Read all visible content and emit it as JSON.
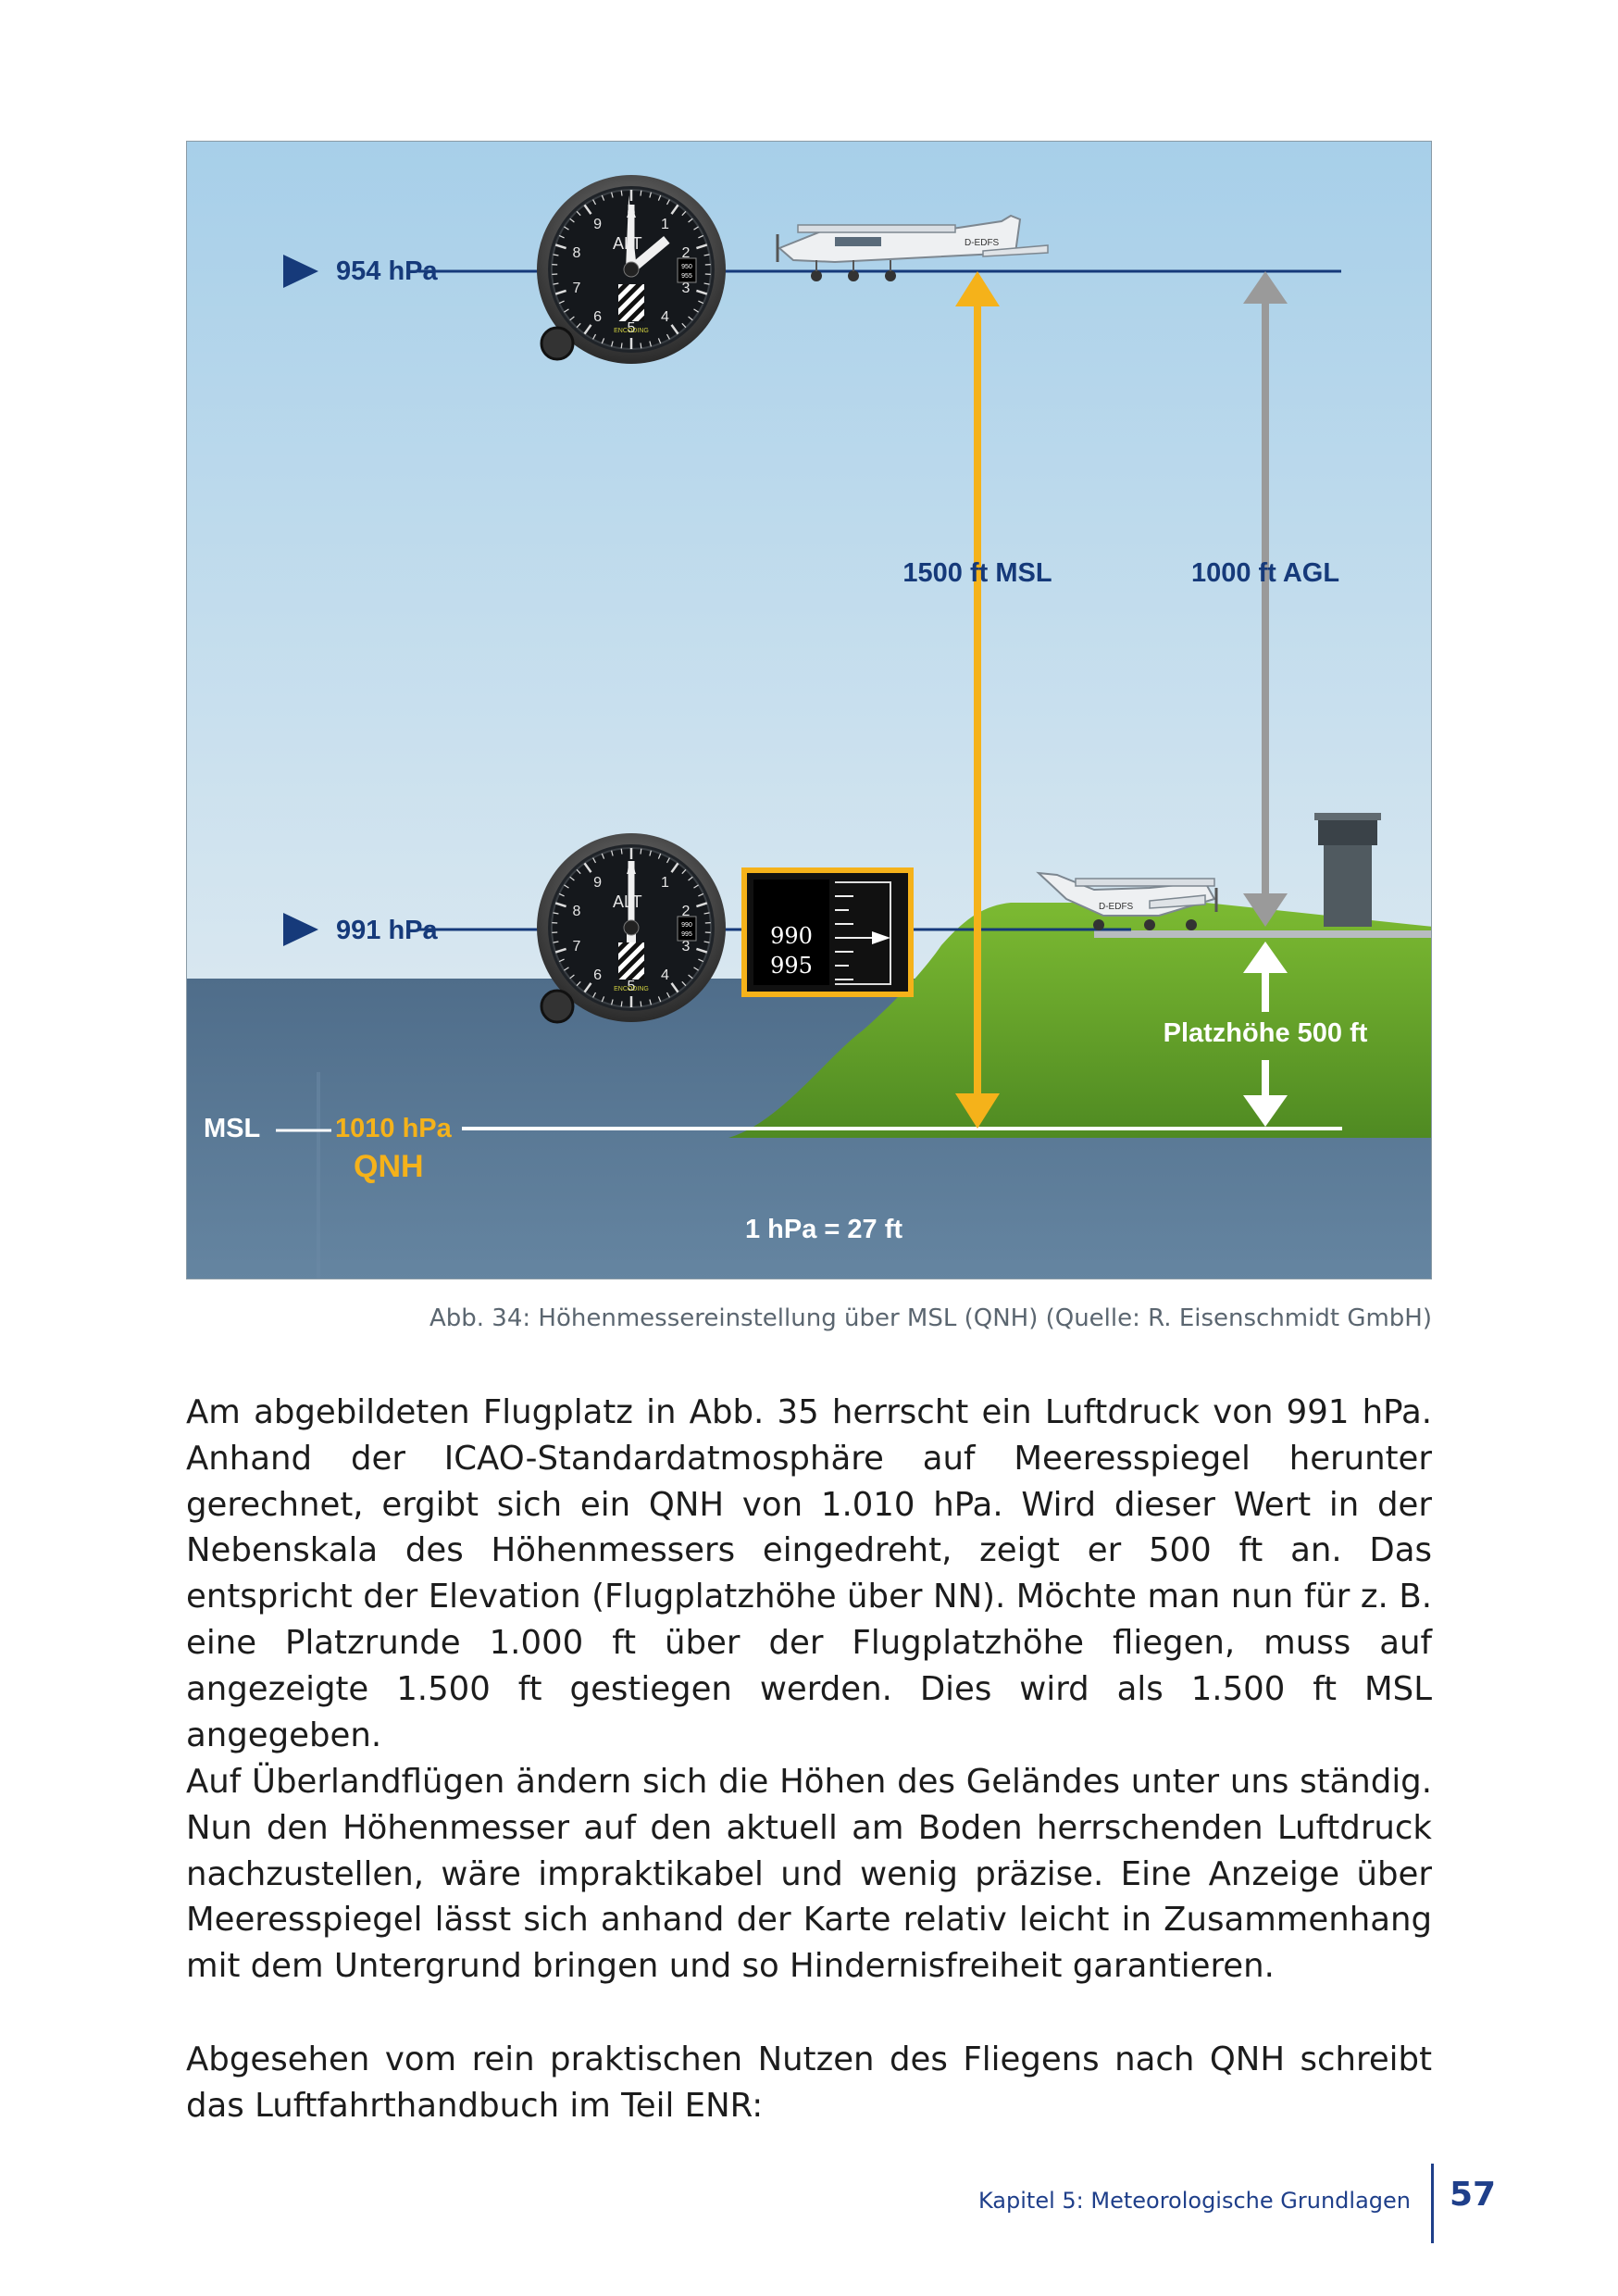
{
  "figure": {
    "top_pressure": "954 hPa",
    "mid_pressure": "991 hPa",
    "msl_label": "MSL",
    "msl_pressure": "1010 hPa",
    "qnh_label": "QNH",
    "arrow_msl": "1500 ft MSL",
    "arrow_agl": "1000 ft AGL",
    "field_elevation": "Platzhöhe 500 ft",
    "conversion": "1 hPa = 27 ft",
    "altimeter": {
      "title": "ALT",
      "digits": [
        "0",
        "1",
        "2",
        "3",
        "4",
        "5",
        "6",
        "7",
        "8",
        "9"
      ],
      "encoding": "ENCODING",
      "kollsman_top": [
        "950",
        "955"
      ],
      "kollsman_mid": [
        "990",
        "995"
      ]
    },
    "zoom_window": [
      "990",
      "995"
    ],
    "registration": "D-EDFS",
    "colors": {
      "sky_top": "#a8d0ea",
      "sky_bottom": "#d6e6f0",
      "sea": "#5a7894",
      "grass": "#6fae2d",
      "accent_yellow": "#f5b21a",
      "navy": "#163a7a",
      "gray_arrow": "#9a9a9a"
    }
  },
  "caption": "Abb. 34: Höhenmessereinstellung über MSL (QNH) (Quelle: R. Eisenschmidt GmbH)",
  "paragraphs": [
    "Am abgebildeten Flugplatz in Abb. 35 herrscht ein Luftdruck von 991 hPa. Anhand der ICAO-Standardatmosphäre auf Meeresspiegel herunter gerechnet, ergibt sich ein QNH von 1.010 hPa. Wird dieser Wert in der Nebenskala des Höhenmessers eingedreht, zeigt er 500 ft an. Das entspricht der Elevation (Flugplatzhöhe über NN). Möchte man nun für z. B. eine Platzrunde 1.000 ft über der Flugplatzhöhe fliegen, muss auf angezeigte 1.500 ft gestiegen werden. Dies wird als 1.500 ft MSL angegeben.",
    "Auf Überlandflügen ändern sich die Höhen des Geländes unter uns ständig. Nun den Höhenmesser auf den aktuell am Boden herrschenden Luftdruck nachzustellen, wäre impraktikabel und wenig präzise. Eine Anzeige über Meeresspiegel lässt sich anhand der Karte relativ leicht in Zusammenhang mit dem Untergrund bringen und so Hindernisfreiheit garantieren.",
    "Abgesehen vom rein praktischen Nutzen des Fliegens nach QNH schreibt das Luftfahrthandbuch im Teil ENR:"
  ],
  "footer": {
    "chapter": "Kapitel 5: Meteorologische Grundlagen",
    "page": "57"
  }
}
